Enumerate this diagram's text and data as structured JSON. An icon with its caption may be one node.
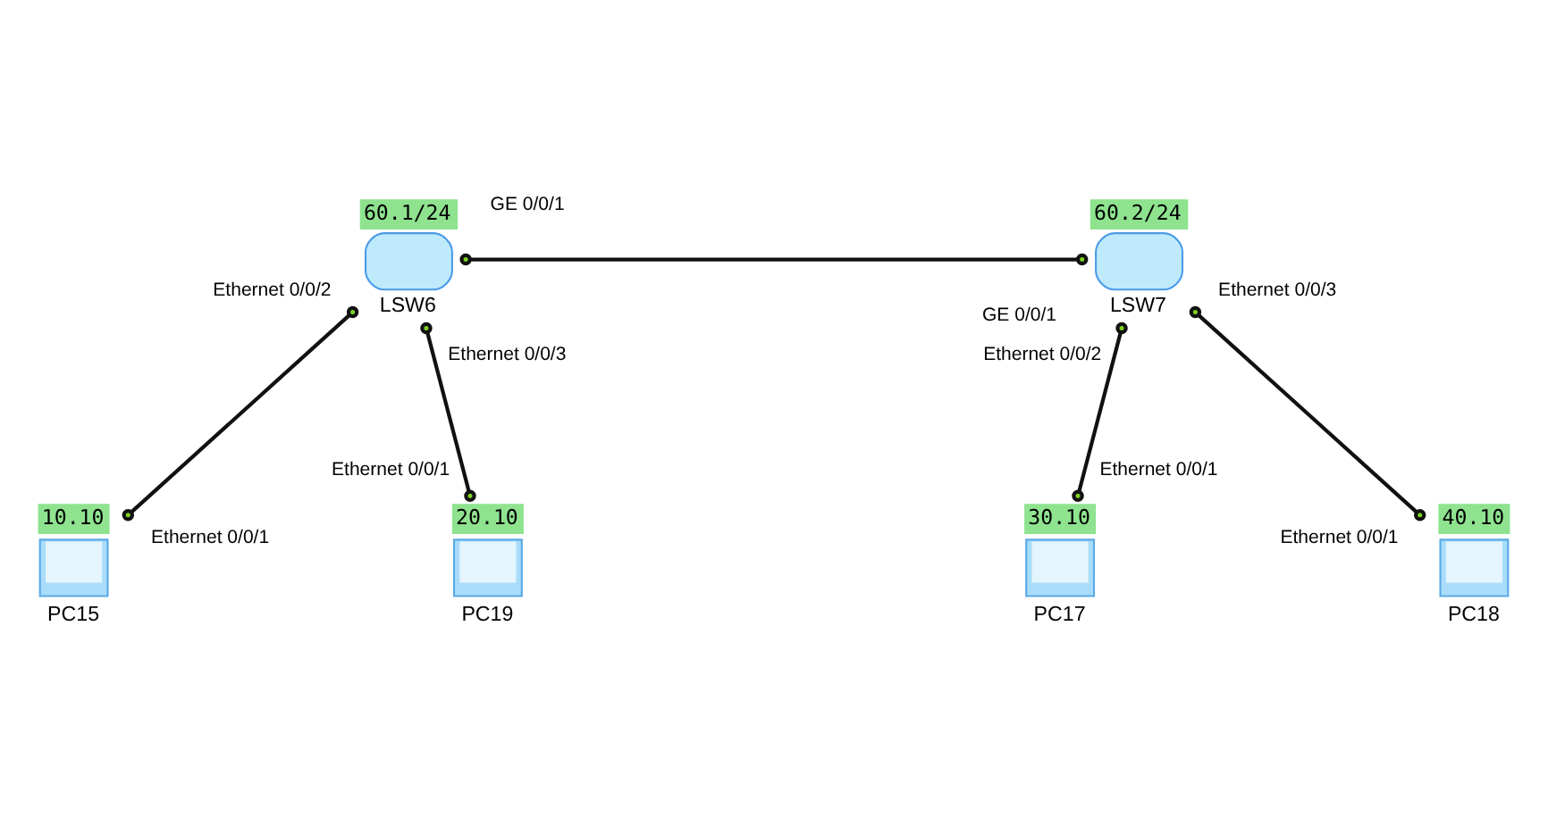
{
  "diagram": {
    "nodes": [
      {
        "text": [
          "LSW6"
        ],
        "beside": [
          "60.1/24",
          "GE 0/0/1",
          "Ethernet 0/0/2",
          "Ethernet 0/0/3"
        ]
      },
      {
        "text": [
          "LSW7"
        ],
        "beside": [
          "60.2/24",
          "GE 0/0/1",
          "Ethernet 0/0/2",
          "Ethernet 0/0/3"
        ]
      },
      {
        "text": [
          "PC15"
        ],
        "beside": [
          "10.10",
          "Ethernet 0/0/1"
        ]
      },
      {
        "text": [
          "PC19"
        ],
        "beside": [
          "20.10",
          "Ethernet 0/0/1"
        ]
      },
      {
        "text": [
          "PC17"
        ],
        "beside": [
          "30.10",
          "Ethernet 0/0/1"
        ]
      },
      {
        "text": [
          "PC18"
        ],
        "beside": [
          "40.10",
          "Ethernet 0/0/1"
        ]
      }
    ],
    "edges": [
      {
        "from": 0,
        "to": 1,
        "arrow": "other"
      },
      {
        "from": 0,
        "to": 2,
        "arrow": "other"
      },
      {
        "from": 0,
        "to": 3,
        "arrow": "other"
      },
      {
        "from": 1,
        "to": 4,
        "arrow": "other"
      },
      {
        "from": 1,
        "to": 5,
        "arrow": "other"
      }
    ]
  }
}
